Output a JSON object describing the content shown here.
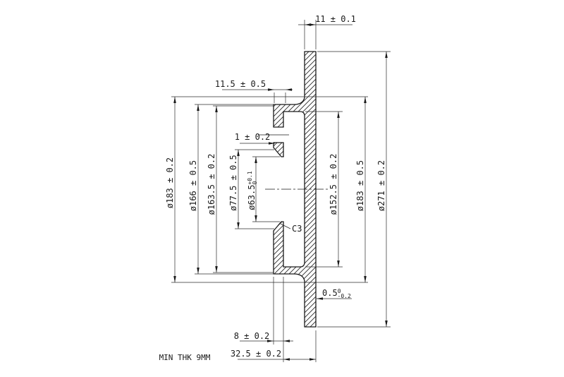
{
  "drawing": {
    "note_min_thk": "MIN THK 9MM",
    "chamfer_note": "C3",
    "dim": {
      "disc_thickness": "11 ± 0.1",
      "hat_depth": "11.5 ± 0.5",
      "pilot_step": "1 ± 0.2",
      "flange_thickness": "8 ± 0.2",
      "overall_height": "32.5 ± 0.2",
      "offset_value": "0.5",
      "offset_tol_upper": "0",
      "offset_tol_lower": "-0.2",
      "dia_183_left": "ø183 ± 0.2",
      "dia_166": "ø166 ± 0.5",
      "dia_163_5": "ø163.5 ± 0.2",
      "dia_77_5": "ø77.5 ± 0.5",
      "bore_value": "ø63.5",
      "bore_tol_upper": "+0.1",
      "bore_tol_lower": "0",
      "dia_152_5": "ø152.5 ± 0.2",
      "dia_183_right": "ø183 ± 0.5",
      "dia_271": "ø271 ± 0.2"
    }
  }
}
